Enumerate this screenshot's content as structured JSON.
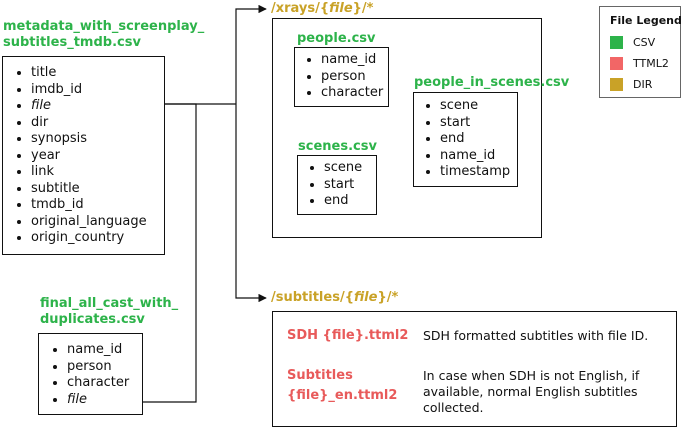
{
  "metadata": {
    "title_line1": "metadata_with_screenplay_",
    "title_line2": "subtitles_tmdb.csv",
    "fields": [
      "title",
      "imdb_id",
      "file",
      "dir",
      "synopsis",
      "year",
      "link",
      "subtitle",
      "tmdb_id",
      "original_language",
      "origin_country"
    ]
  },
  "final_cast": {
    "title_line1": "final_all_cast_with_",
    "title_line2": "duplicates.csv",
    "fields": [
      "name_id",
      "person",
      "character",
      "file"
    ]
  },
  "xrays": {
    "path_prefix": "/xrays/{",
    "path_var": "file",
    "path_suffix": "}/*",
    "people": {
      "title": "people.csv",
      "fields": [
        "name_id",
        "person",
        "character"
      ]
    },
    "scenes": {
      "title": "scenes.csv",
      "fields": [
        "scene",
        "start",
        "end"
      ]
    },
    "people_in_scenes": {
      "title": "people_in_scenes.csv",
      "fields": [
        "scene",
        "start",
        "end",
        "name_id",
        "timestamp"
      ]
    }
  },
  "subtitles": {
    "path_prefix": "/subtitles/{",
    "path_var": "file",
    "path_suffix": "}/*",
    "sdh_key": "SDH  {file}.ttml2",
    "sdh_desc": "SDH formatted subtitles with file ID.",
    "en_key_line1": "Subtitles",
    "en_key_line2": "{file}_en.ttml2",
    "en_desc": "In case when SDH is not English, if available, normal English subtitles collected."
  },
  "legend": {
    "title": "File Legend",
    "items": [
      {
        "label": "CSV",
        "color": "#2db34a"
      },
      {
        "label": "TTML2",
        "color": "#f26666"
      },
      {
        "label": "DIR",
        "color": "#c9a227"
      }
    ]
  }
}
